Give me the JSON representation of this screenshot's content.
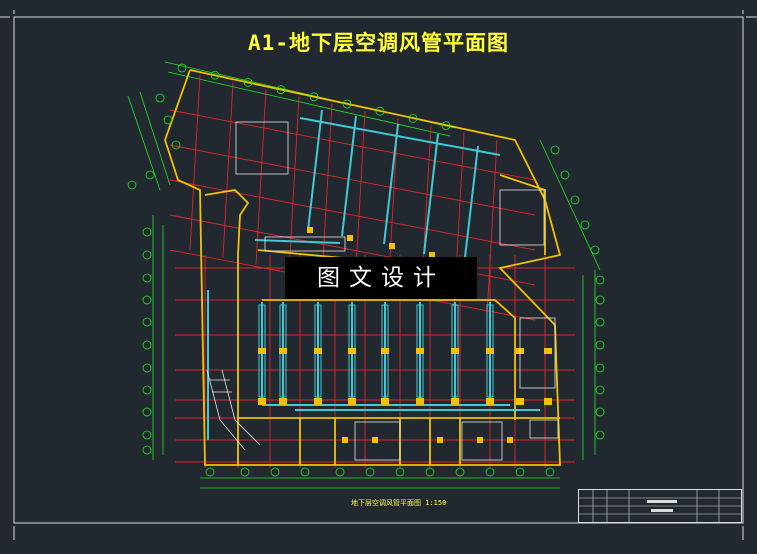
{
  "drawing": {
    "title": "A1-地下层空调风管平面图",
    "watermark": "图文设计",
    "subtitle": "地下层空调风管平面图",
    "scale": "1:150"
  },
  "colors": {
    "background": "#212830",
    "title": "#ffff33",
    "walls": "#f2c200",
    "axis_grid": "#e0262a",
    "axis_labels": "#1ee81e",
    "ducts": "#3ecbd6",
    "frame": "#dcdcdc"
  }
}
